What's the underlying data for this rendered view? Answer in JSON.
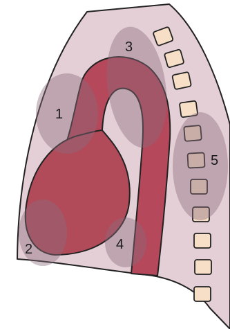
{
  "labels": {
    "region_1": "1",
    "region_2": "2",
    "region_3": "3",
    "region_4": "4",
    "region_5": "5"
  },
  "colors": {
    "background": "#ffffff",
    "thorax_fill": "#e4cfd6",
    "outline": "#222222",
    "heart_fill": "#b14b5a",
    "aorta_fill": "#b5485a",
    "vertebra_fill": "#f6dfc6",
    "highlight_fill": "#8a6b7c"
  }
}
